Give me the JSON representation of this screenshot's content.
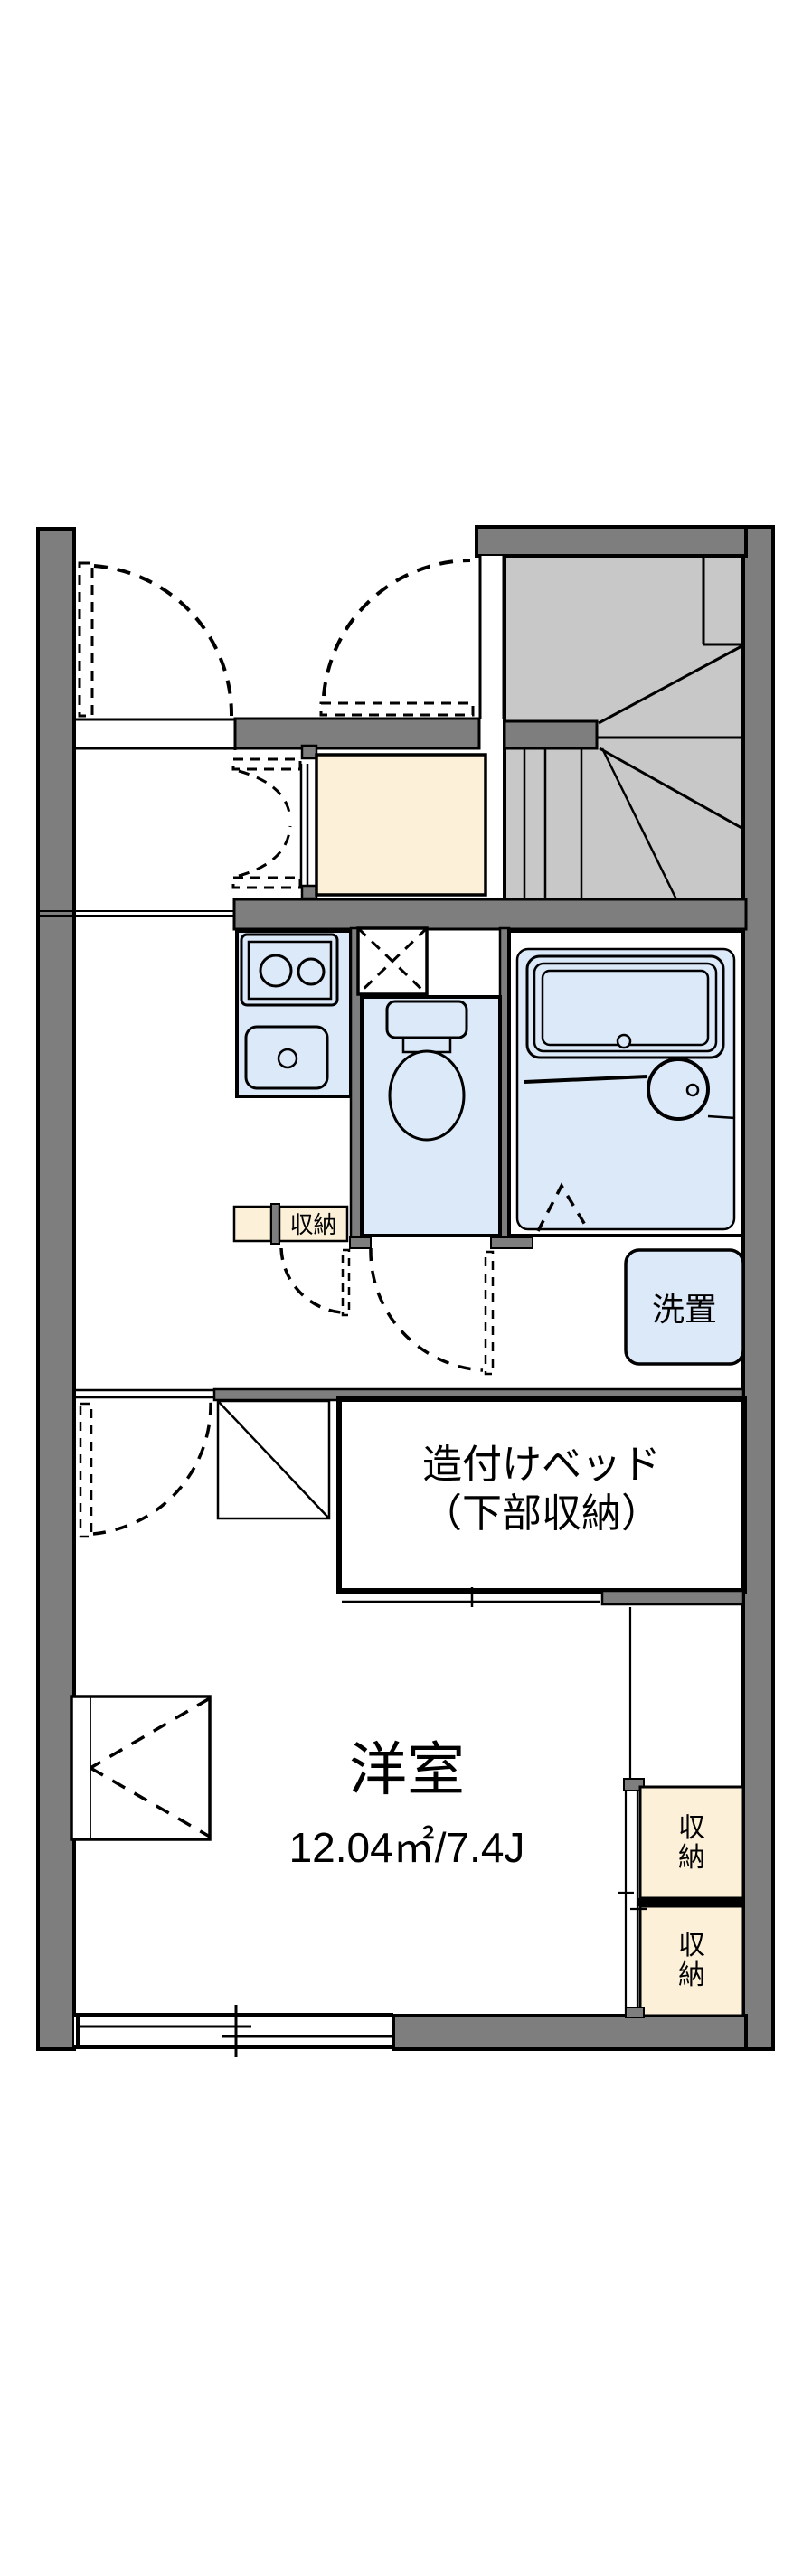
{
  "floorplan": {
    "title": "1K apartment floor plan",
    "labels": {
      "kitchen_storage": "収納",
      "washer_place": "洗置",
      "bed_line1": "造付けベッド",
      "bed_line2": "（下部収納）",
      "room_name": "洋室",
      "room_size": "12.04㎡/7.4J",
      "storage_upper": "収納",
      "storage_lower": "収納"
    },
    "colors": {
      "wall_gray": "#7e7e7e",
      "stair_gray": "#c8c8c8",
      "storage_cream": "#fcf1d8",
      "fixture_blue": "#dce9f8",
      "line_black": "#000000",
      "background": "#ffffff"
    }
  }
}
